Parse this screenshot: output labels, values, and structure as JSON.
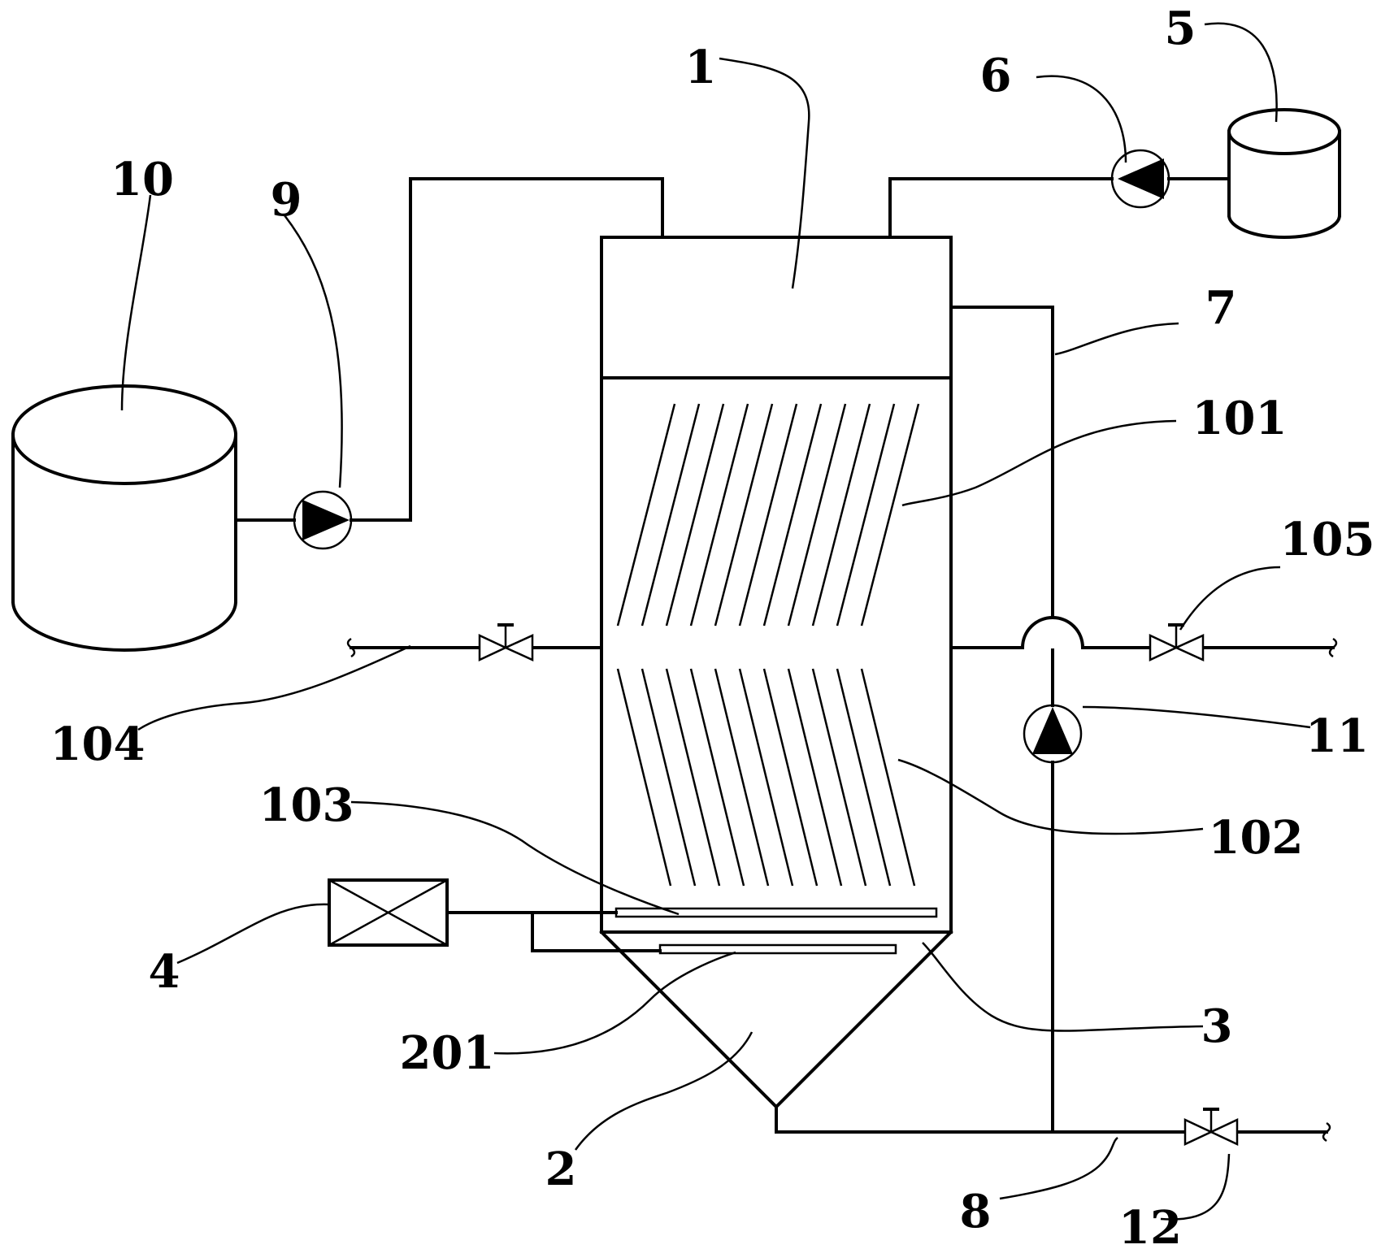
{
  "labels": {
    "l1": "1",
    "l2": "2",
    "l3": "3",
    "l4": "4",
    "l5": "5",
    "l6": "6",
    "l7": "7",
    "l8": "8",
    "l9": "9",
    "l10": "10",
    "l11": "11",
    "l12": "12",
    "l101": "101",
    "l102": "102",
    "l103": "103",
    "l104": "104",
    "l105": "105",
    "l201": "201"
  },
  "components": [
    {
      "id": "1",
      "kind": "reactor-vessel"
    },
    {
      "id": "2",
      "kind": "conical-hopper"
    },
    {
      "id": "3",
      "kind": "plate"
    },
    {
      "id": "4",
      "kind": "aeration-device-box"
    },
    {
      "id": "5",
      "kind": "small-tank"
    },
    {
      "id": "6",
      "kind": "pump"
    },
    {
      "id": "7",
      "kind": "recirculation-pipe"
    },
    {
      "id": "8",
      "kind": "discharge-pipe"
    },
    {
      "id": "9",
      "kind": "pump"
    },
    {
      "id": "10",
      "kind": "large-tank"
    },
    {
      "id": "11",
      "kind": "pump"
    },
    {
      "id": "12",
      "kind": "valve"
    },
    {
      "id": "101",
      "kind": "upper-inclined-plates"
    },
    {
      "id": "102",
      "kind": "lower-inclined-plates"
    },
    {
      "id": "103",
      "kind": "aeration-pipe"
    },
    {
      "id": "104",
      "kind": "pipe-with-valve"
    },
    {
      "id": "105",
      "kind": "valve"
    },
    {
      "id": "201",
      "kind": "aeration-pipe"
    }
  ]
}
